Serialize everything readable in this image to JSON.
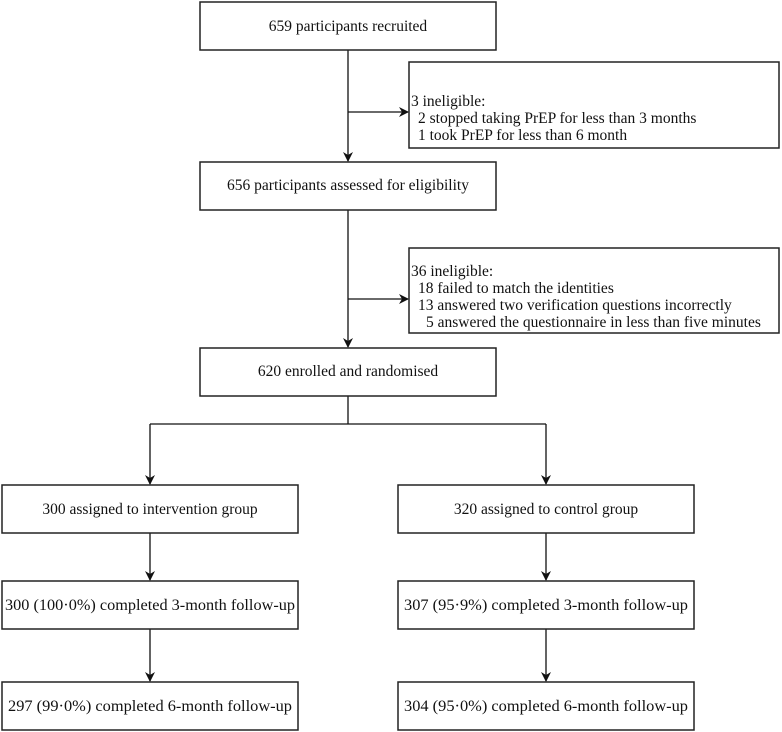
{
  "title": "Trial flow diagram",
  "nodes": {
    "recruited": "659 participants recruited",
    "excl1": {
      "heading": "3 ineligible:",
      "items": [
        "2 stopped taking PrEP for less than 3 months",
        "1 took PrEP for less than 6 month"
      ]
    },
    "assessed": "656 participants assessed for eligibility",
    "excl2": {
      "heading": "36 ineligible:",
      "items": [
        "18 failed to match the identities",
        "13 answered two verification questions incorrectly",
        "5 answered the questionnaire in less than five minutes"
      ]
    },
    "randomised": "620 enrolled and randomised",
    "intervention": {
      "assigned": "300 assigned to intervention group",
      "fu3": "300 (100·0%) completed  3-month follow-up",
      "fu6": "297 (99·0%) completed  6-month follow-up"
    },
    "control": {
      "assigned": "320 assigned to control group",
      "fu3": "307 (95·9%) completed  3-month follow-up",
      "fu6": "304 (95·0%) completed  6-month follow-up"
    }
  }
}
